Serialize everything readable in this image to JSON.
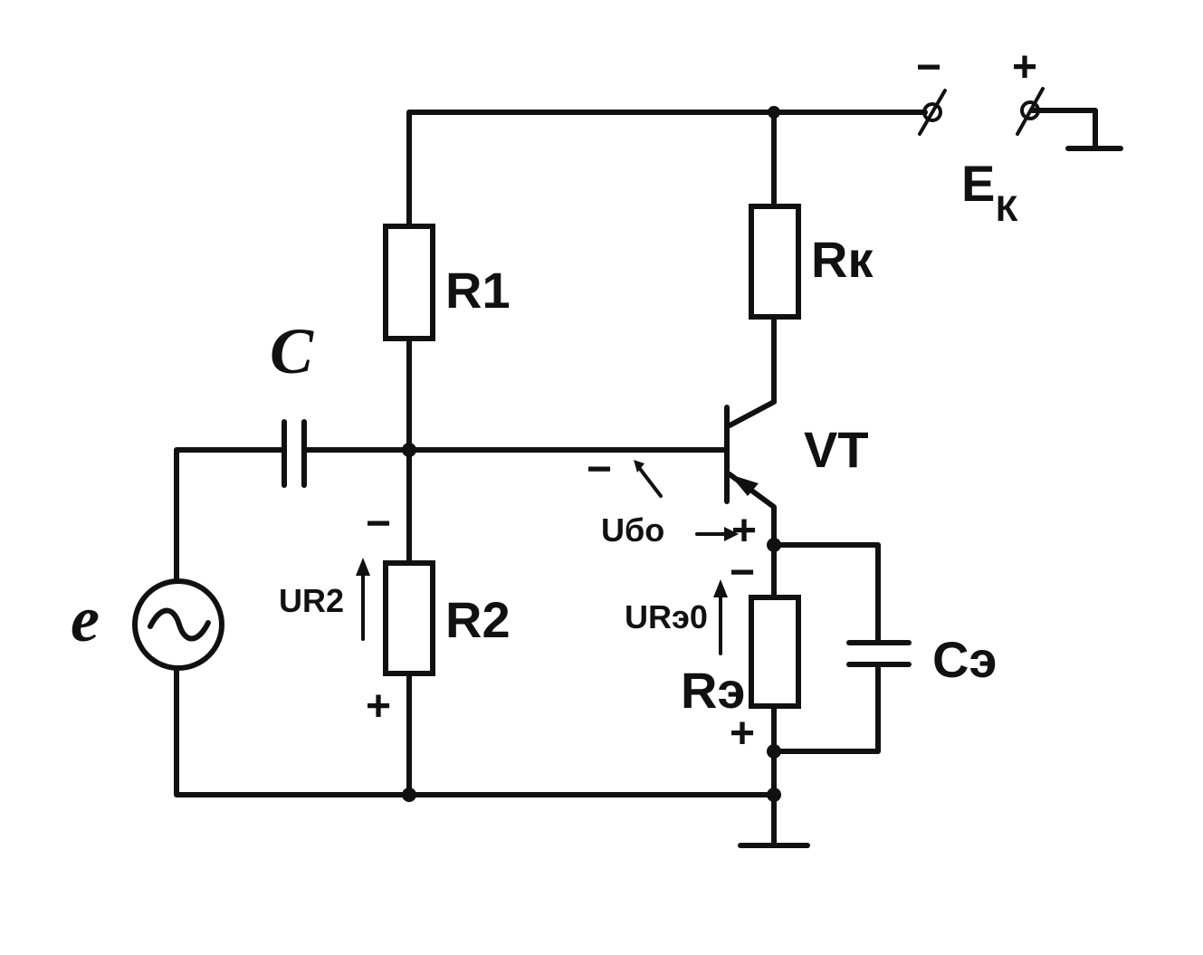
{
  "labels": {
    "r1": "R1",
    "r2": "R2",
    "rk": "Rк",
    "re": "Rэ",
    "c": "C",
    "ce": "Cэ",
    "vt": "VT",
    "source": "e",
    "ek_main": "E",
    "ek_sub": "К"
  },
  "voltages": {
    "ur2": "UR2",
    "ure0": "URэ0",
    "ub0": "Uбо"
  },
  "polarity": {
    "plus": "+",
    "minus": "−"
  }
}
